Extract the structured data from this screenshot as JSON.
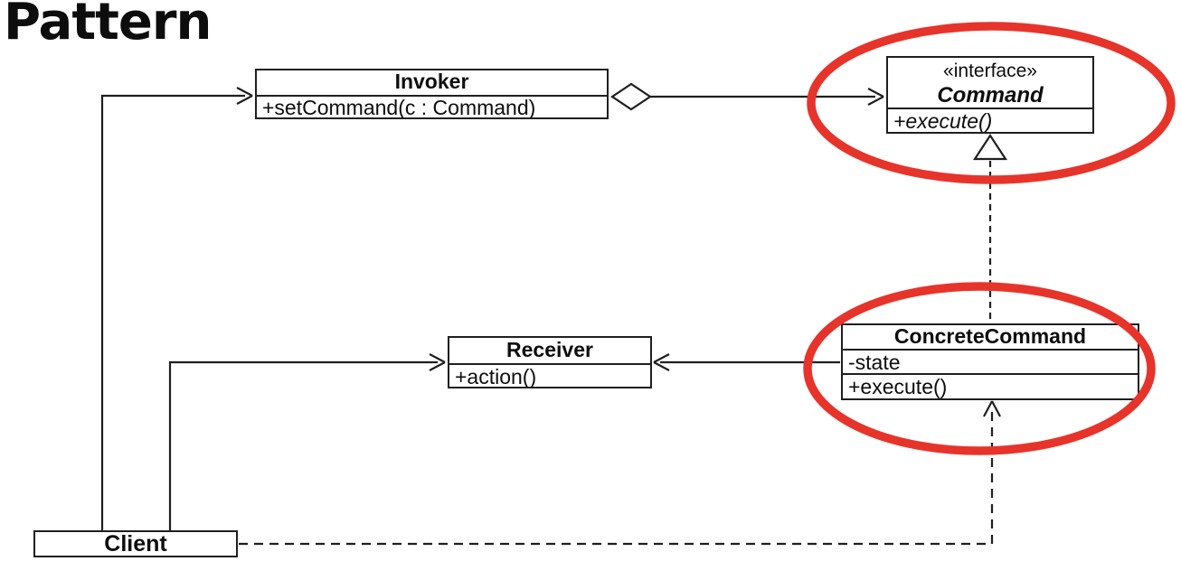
{
  "title": "Pattern",
  "colors": {
    "line": "#1f1f1f",
    "text": "#0d0d0d",
    "highlight_red": "#e7342b",
    "background": "#ffffff"
  },
  "classes": {
    "invoker": {
      "name": "Invoker",
      "methods": [
        "+setCommand(c : Command)"
      ]
    },
    "command": {
      "stereotype": "«interface»",
      "name": "Command",
      "methods": [
        "+execute()"
      ]
    },
    "receiver": {
      "name": "Receiver",
      "methods": [
        "+action()"
      ]
    },
    "concrete_command": {
      "name": "ConcreteCommand",
      "attributes": [
        "-state"
      ],
      "methods": [
        "+execute()"
      ]
    },
    "client": {
      "name": "Client"
    }
  },
  "relationships": [
    {
      "from": "Client",
      "to": "Invoker",
      "type": "association-arrow"
    },
    {
      "from": "Client",
      "to": "Receiver",
      "type": "association-arrow"
    },
    {
      "from": "Invoker",
      "to": "Command",
      "type": "aggregation"
    },
    {
      "from": "ConcreteCommand",
      "to": "Command",
      "type": "realization-dashed-hollow-triangle"
    },
    {
      "from": "ConcreteCommand",
      "to": "Receiver",
      "type": "association-arrow"
    },
    {
      "from": "Client",
      "to": "ConcreteCommand",
      "type": "dependency-dashed-arrow"
    }
  ],
  "annotations": [
    {
      "shape": "red-ellipse",
      "around": "Command interface box"
    },
    {
      "shape": "red-ellipse",
      "around": "ConcreteCommand class box"
    }
  ]
}
